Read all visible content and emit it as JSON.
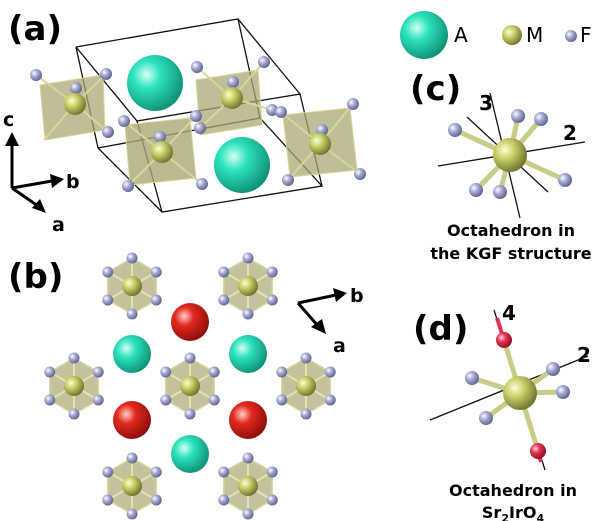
{
  "panels": {
    "a": "(a)",
    "b": "(b)",
    "c": "(c)",
    "d": "(d)"
  },
  "legend": {
    "A": "A",
    "M": "M",
    "F": "F"
  },
  "axes_a": {
    "c": "c",
    "b": "b",
    "a": "a"
  },
  "axes_b": {
    "b": "b",
    "a": "a"
  },
  "panel_c": {
    "num1": "3",
    "num2": "2",
    "caption_line1": "Octahedron in",
    "caption_line2": "the KGF structure"
  },
  "panel_d": {
    "num1": "4",
    "num2": "2",
    "caption_line1": "Octahedron in",
    "caption_formula": [
      "Sr",
      "2",
      "IrO",
      "4"
    ]
  },
  "colors": {
    "A": "#1fd6b0",
    "M": "#c9cf6a",
    "F": "#9a9ec8",
    "O": "#e0203a",
    "red_site": "#d8231d",
    "octa_fill": "#a9a873"
  }
}
